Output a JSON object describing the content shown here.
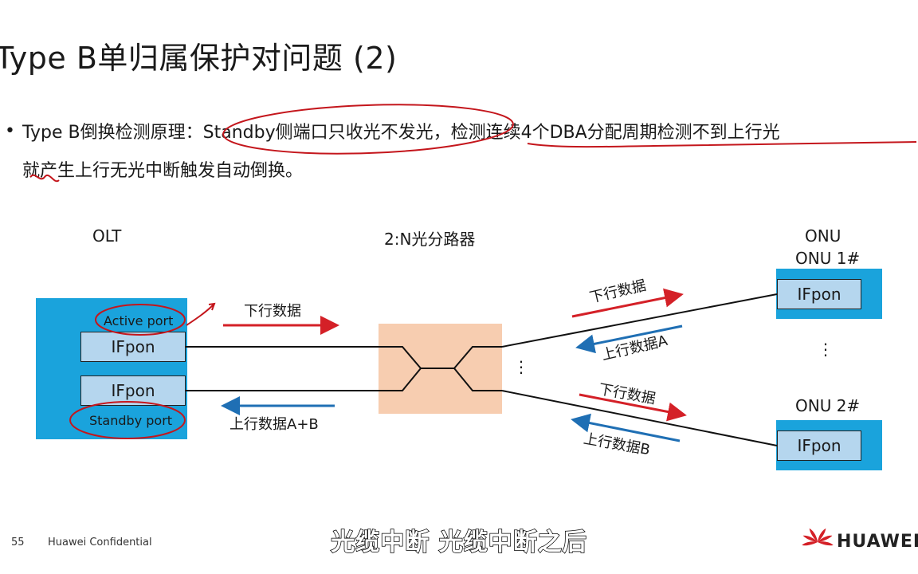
{
  "slide": {
    "title": "Type B单归属保护对问题 (2)",
    "bullet_line1": "Type B倒换检测原理：Standby侧端口只收光不发光，检测连续4个DBA分配周期检测不到上行光",
    "bullet_line2": "就产生上行无光中断触发自动倒换。"
  },
  "diagram": {
    "olt_label": "OLT",
    "splitter_label": "2:N光分路器",
    "onu_label": "ONU",
    "onu1_label": "ONU 1#",
    "onu2_label": "ONU 2#",
    "active_port": "Active port",
    "standby_port": "Standby port",
    "ifpon": "IFpon",
    "downstream": "下行数据",
    "upstream_ab": "上行数据A+B",
    "upstream_a": "上行数据A",
    "upstream_b": "上行数据B",
    "dots": "⋮"
  },
  "footer": {
    "page_number": "55",
    "confidential": "Huawei Confidential",
    "brand": "HUAWEI"
  },
  "subtitle": "光缆中断 光缆中断之后",
  "colors": {
    "blue_box": "#1aa3dc",
    "ifpon_fill": "#b5d6ee",
    "splitter_fill": "#f7cdb0",
    "red": "#d42027",
    "blue": "#1f6fb4"
  }
}
